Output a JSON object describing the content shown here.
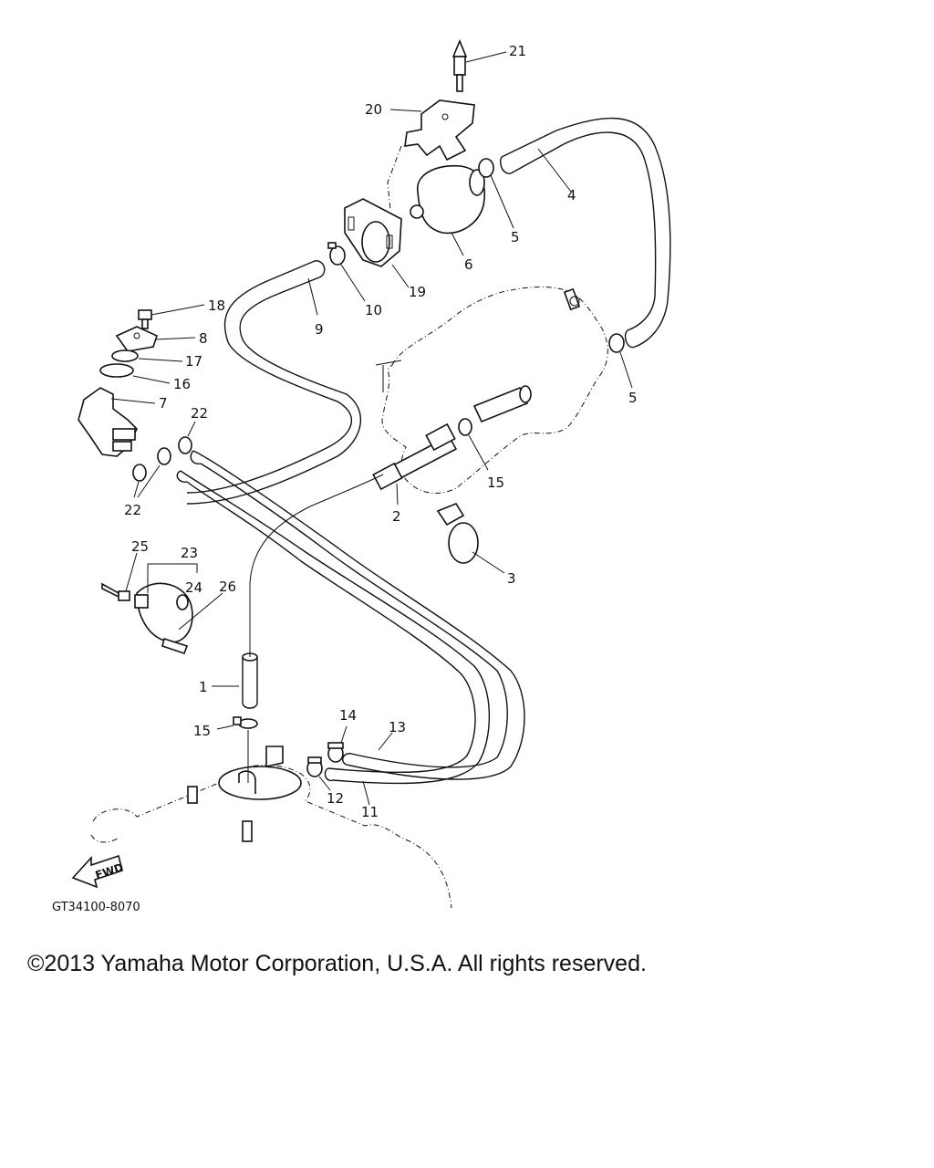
{
  "diagram": {
    "callouts": [
      "1",
      "2",
      "3",
      "4",
      "5",
      "5",
      "6",
      "7",
      "8",
      "9",
      "10",
      "11",
      "12",
      "13",
      "14",
      "15",
      "15",
      "16",
      "17",
      "18",
      "19",
      "20",
      "21",
      "22",
      "22",
      "23",
      "24",
      "25",
      "26"
    ],
    "fwd_label": "FWD",
    "doc_code": "GT34100-8070"
  },
  "footer": {
    "copyright": "©2013 Yamaha Motor Corporation, U.S.A. All rights reserved."
  }
}
